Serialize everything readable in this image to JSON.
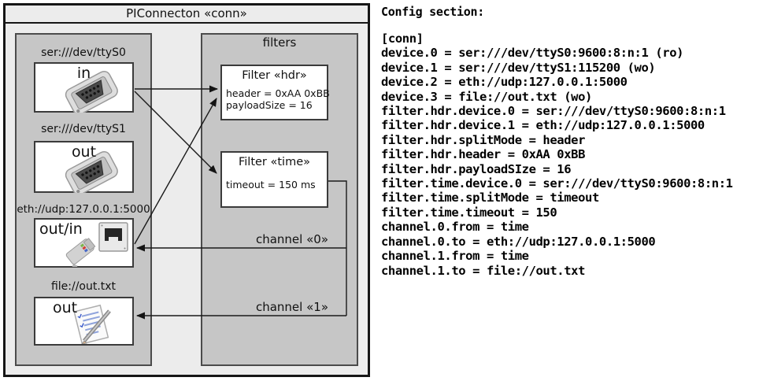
{
  "colors": {
    "frame_border": "#161616",
    "outer_fill": "#ececec",
    "group_fill": "#c6c6c6",
    "group_border": "#4b4b4b",
    "node_fill": "#ffffff",
    "node_border": "#3b3b3b",
    "line_color": "#1a1a1a"
  },
  "diagram": {
    "title": "PIConnecton «conn»",
    "filters_label": "filters",
    "devices": [
      {
        "url": "ser:///dev/ttyS0",
        "direction": "in",
        "icon": "serial-connector-icon"
      },
      {
        "url": "ser:///dev/ttyS1",
        "direction": "out",
        "icon": "serial-connector-icon"
      },
      {
        "url": "eth://udp:127.0.0.1:5000",
        "direction": "out/in",
        "icon": "ethernet-connector-icon"
      },
      {
        "url": "file://out.txt",
        "direction": "out",
        "icon": "notepad-icon"
      }
    ],
    "filters": [
      {
        "title": "Filter «hdr»",
        "lines": [
          "header = 0xAA 0xBB",
          "payloadSize = 16"
        ]
      },
      {
        "title": "Filter «time»",
        "lines": [
          "timeout = 150 ms"
        ]
      }
    ],
    "channels": [
      {
        "label": "channel «0»"
      },
      {
        "label": "channel «1»"
      }
    ]
  },
  "config": {
    "heading": "Config section:",
    "lines": [
      "[conn]",
      "device.0 = ser:///dev/ttyS0:9600:8:n:1 (ro)",
      "device.1 = ser:///dev/ttyS1:115200 (wo)",
      "device.2 = eth://udp:127.0.0.1:5000",
      "device.3 = file://out.txt (wo)",
      "filter.hdr.device.0 = ser:///dev/ttyS0:9600:8:n:1",
      "filter.hdr.device.1 = eth://udp:127.0.0.1:5000",
      "filter.hdr.splitMode = header",
      "filter.hdr.header = 0xAA 0xBB",
      "filter.hdr.payloadSIze = 16",
      "filter.time.device.0 = ser:///dev/ttyS0:9600:8:n:1",
      "filter.time.splitMode = timeout",
      "filter.time.timeout = 150",
      "channel.0.from = time",
      "channel.0.to = eth://udp:127.0.0.1:5000",
      "channel.1.from = time",
      "channel.1.to = file://out.txt"
    ]
  }
}
